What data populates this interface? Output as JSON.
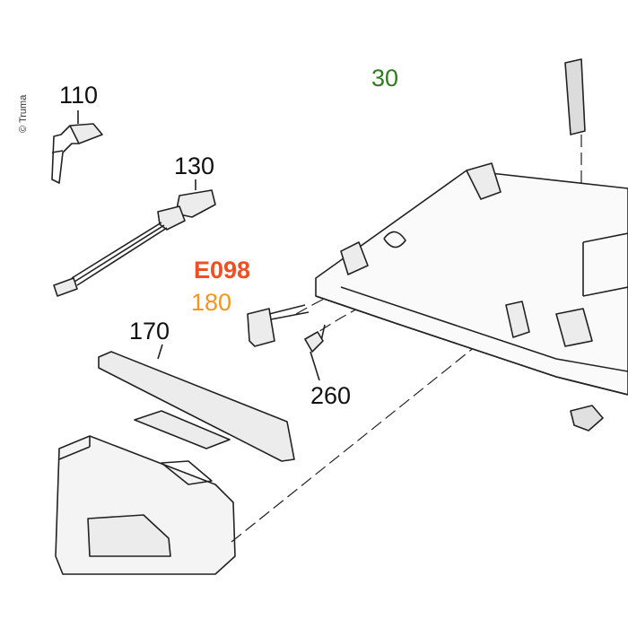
{
  "copyright": "© Truma",
  "labels": {
    "p110": "110",
    "p130": "130",
    "p30": "30",
    "e098": "E098",
    "p180": "180",
    "p170": "170",
    "p260": "260"
  },
  "colors": {
    "e098": "#f04e23",
    "p180": "#f7941d",
    "p30": "#2e7d1e",
    "line": "#222222",
    "part_fill": "#ececec"
  }
}
